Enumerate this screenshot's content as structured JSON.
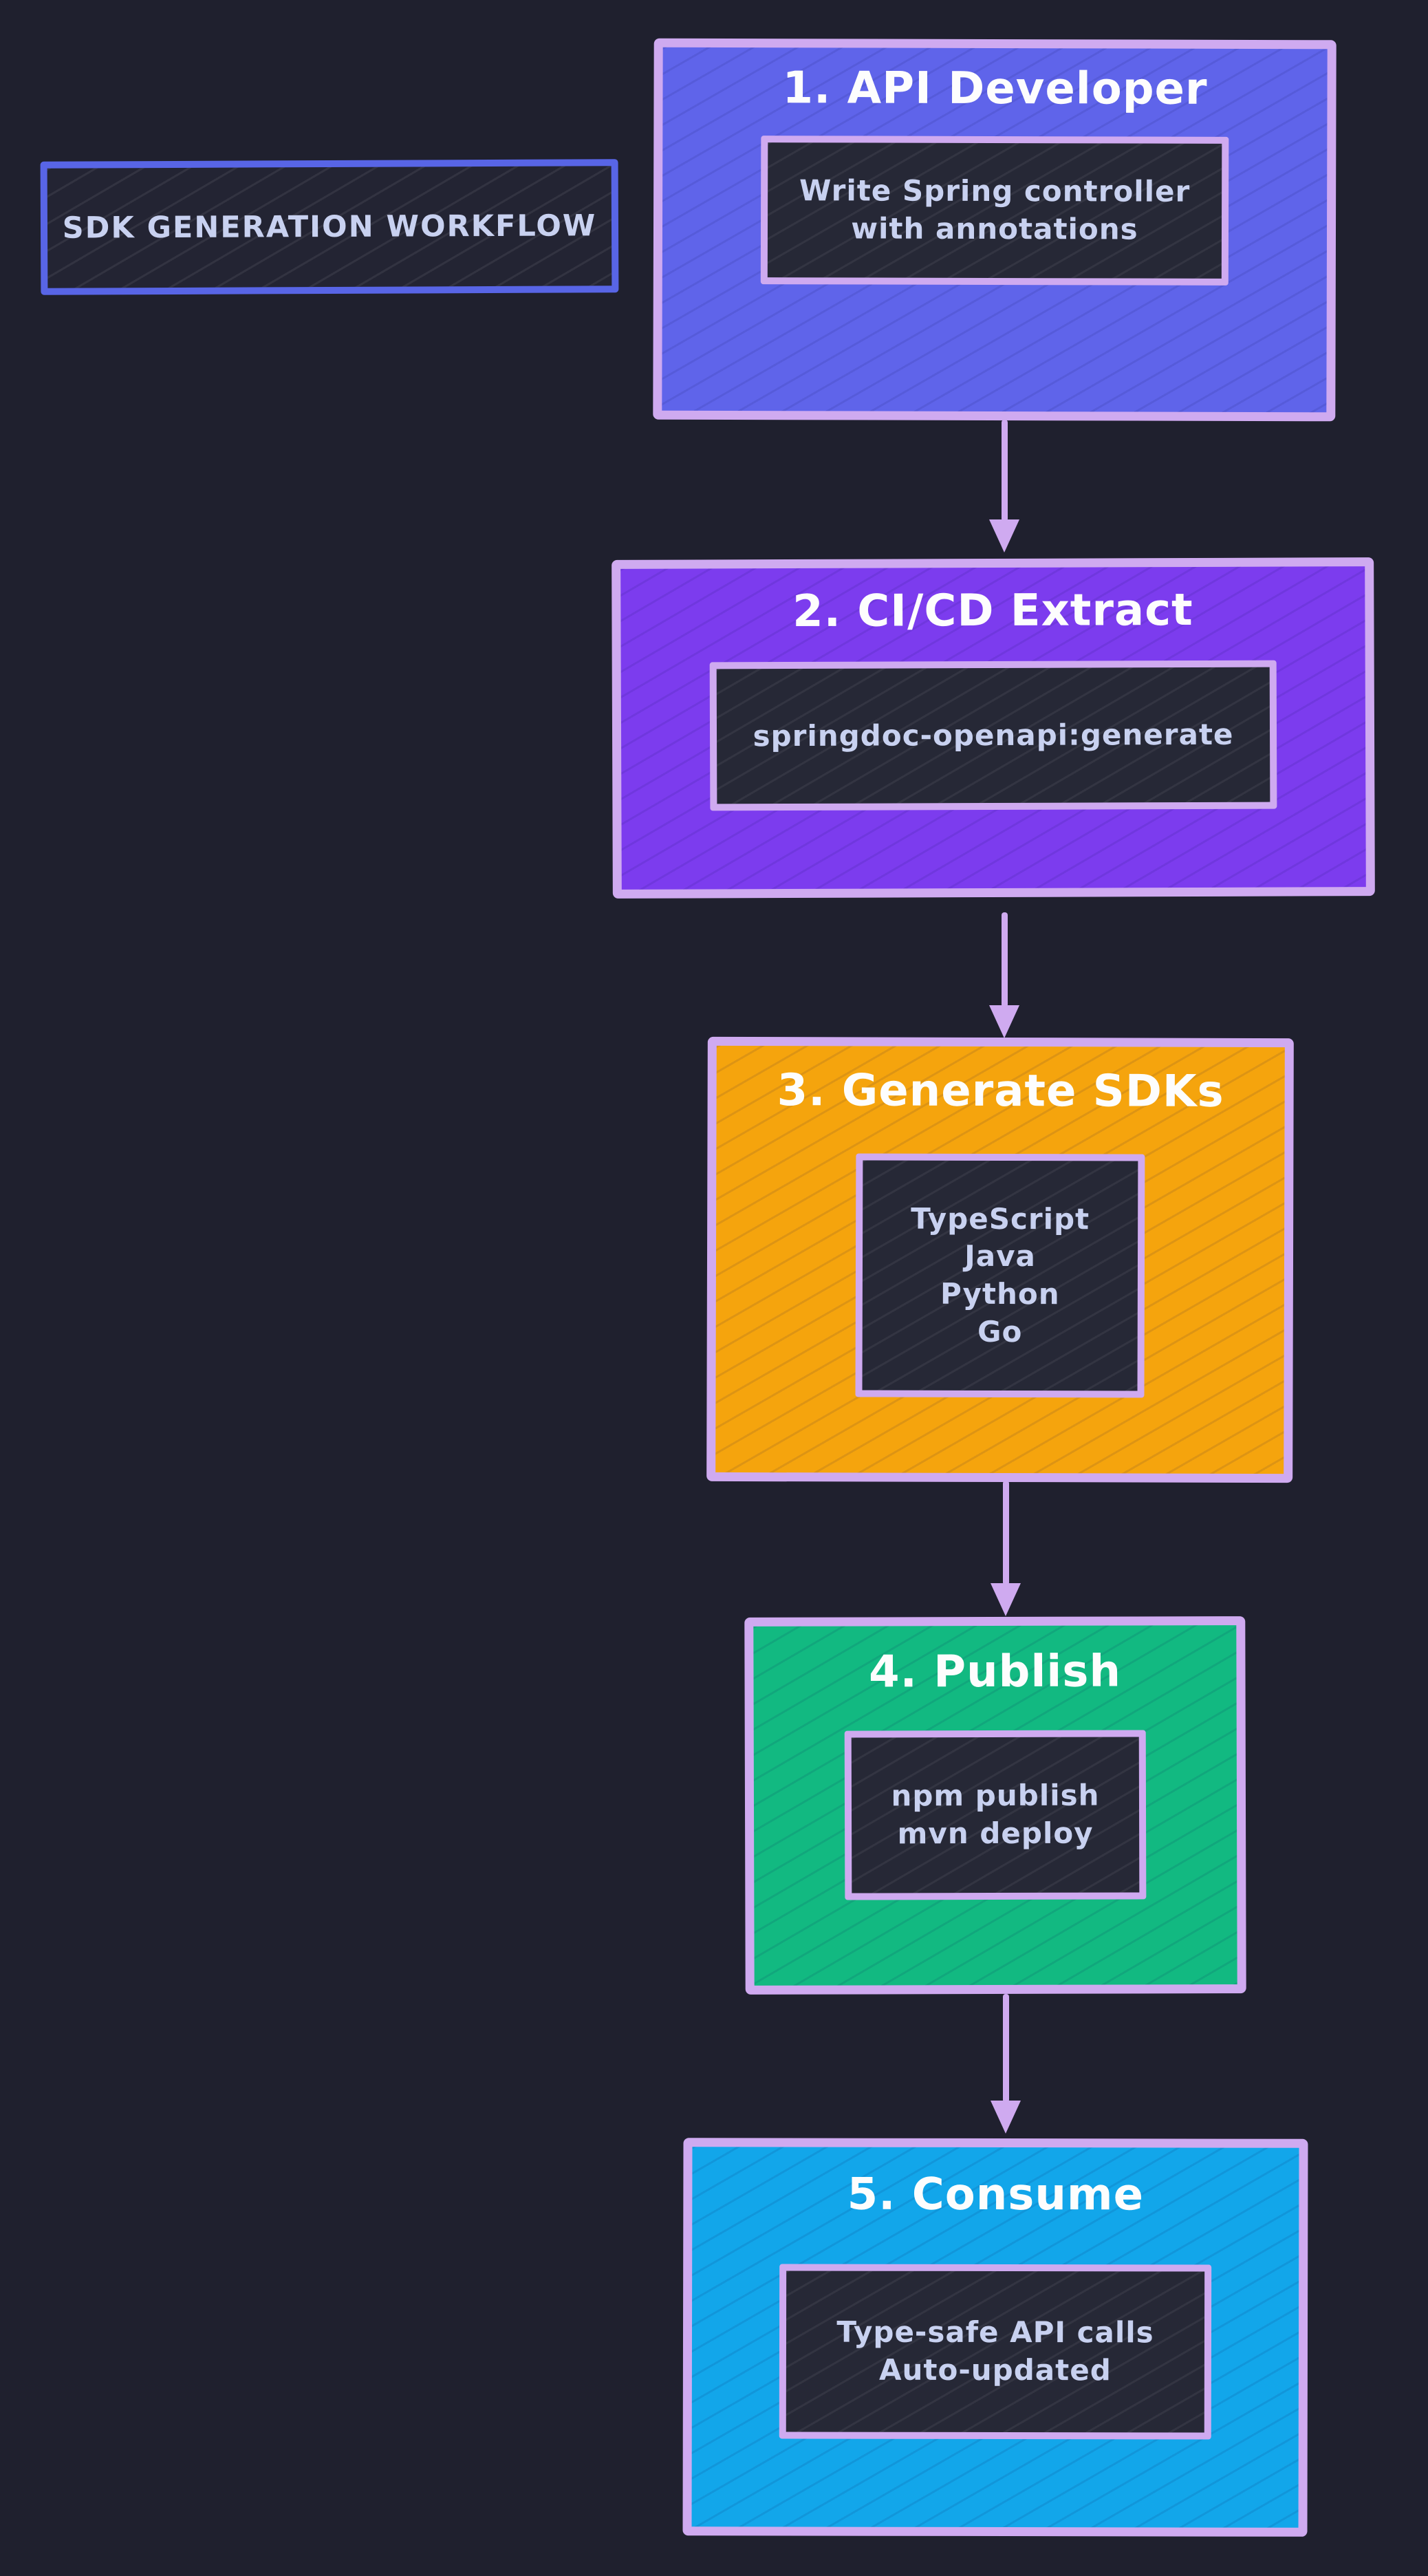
{
  "badge": {
    "label": "SDK GENERATION WORKFLOW"
  },
  "steps": [
    {
      "title": "1. API Developer",
      "detail": "Write Spring controller\nwith annotations",
      "fill": "#5f64ea"
    },
    {
      "title": "2. CI/CD Extract",
      "detail": "springdoc-openapi:generate",
      "fill": "#7c3cee"
    },
    {
      "title": "3. Generate SDKs",
      "detail": "TypeScript\nJava\nPython\nGo",
      "fill": "#f5a40d"
    },
    {
      "title": "4. Publish",
      "detail": "npm publish\nmvn deploy",
      "fill": "#12b981"
    },
    {
      "title": "5. Consume",
      "detail": "Type-safe API calls\nAuto-updated",
      "fill": "#12a6ea"
    }
  ],
  "colors": {
    "background": "#1f202e",
    "badge_border": "#5865e6",
    "badge_fill": "#232433",
    "panel_border": "#cfaaf0",
    "inner_fill": "#262836",
    "inner_text": "#c8d1f0",
    "step_title_text": "#fdfdfd",
    "arrow": "#cfaaf0"
  }
}
